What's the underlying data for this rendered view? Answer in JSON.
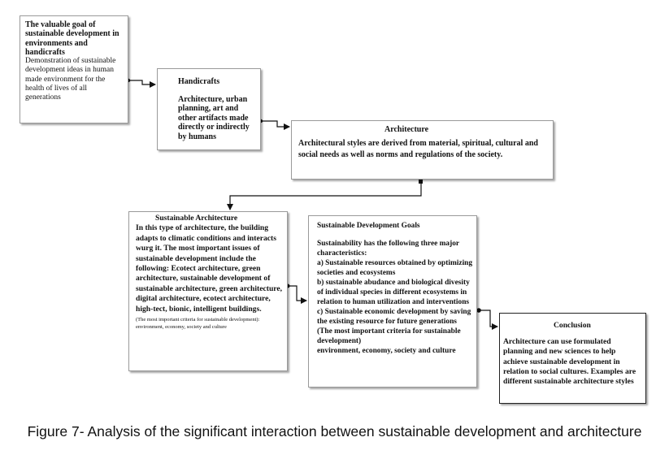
{
  "boxes": {
    "goal": {
      "title": "The valuable goal of sustainable development in environments and handicrafts",
      "body": "Demonstration of sustainable development ideas in human made environment for the health of lives of all generations"
    },
    "handicrafts": {
      "title": "Handicrafts",
      "body": "Architecture, urban planning, art and other artifacts made directly or indirectly by humans"
    },
    "architecture": {
      "title": "Architecture",
      "body": "Architectural styles are derived from material, spiritual, cultural and social needs as well as norms and regulations of the society."
    },
    "sustainable_architecture": {
      "title": "Sustainable Architecture",
      "body": "In this type of architecture, the building adapts to climatic conditions and interacts wurg it. The most important issues of sustainable development include the following: Ecotect architecture, green architecture, sustainable development of sustainable architecture, green architecture, digital architecture, ecotect architecture, high-tect, bionic, intelligent buildings.",
      "note": "(The most important criteria for sustainable development): environment, economy, society and culture"
    },
    "sdg": {
      "title": "Sustainable Development Goals",
      "lines": [
        "Sustainability has the following three major characteristics:",
        "a) Sustainable resources obtained by optimizing societies and ecosystems",
        "b) sustainable abudance and biological divesity of individual species in different ecosystems in relation to human utilization and interventions",
        "c) Sustainable economic development by saving the existing resource for future generations",
        "(The most important criteria for sustainable development)",
        "environment, economy, society and culture"
      ]
    },
    "conclusion": {
      "title": "Conclusion",
      "body": "Architecture can use formulated planning and new sciences to help achieve sustainable development in relation to social cultures. Examples are different sustainable architecture styles"
    }
  },
  "caption": "Figure 7- Analysis of the significant interaction between sustainable development and architecture"
}
